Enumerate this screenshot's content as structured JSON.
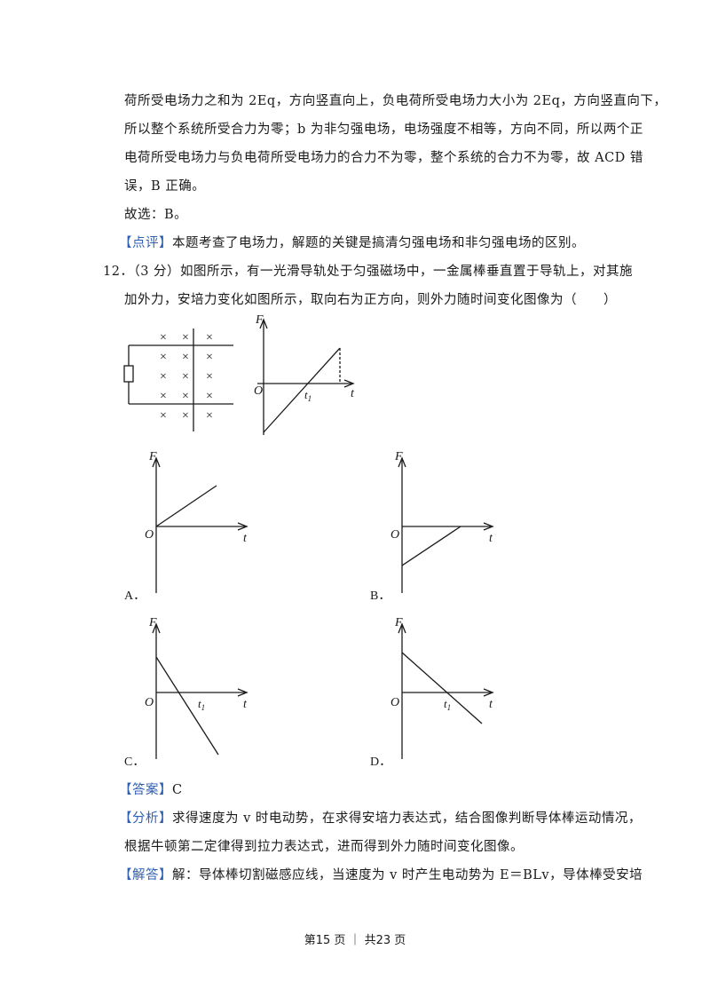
{
  "text": {
    "p1": "荷所受电场力之和为 2Eq，方向竖直向上，负电荷所受电场力大小为 2Eq，方向竖直向下，",
    "p2": "所以整个系统所受合力为零；b 为非匀强电场，电场强度不相等，方向不同，所以两个正",
    "p3": "电荷所受电场力与负电荷所受电场力的合力不为零，整个系统的合力不为零，故 ACD 错",
    "p4": "误，B 正确。",
    "choose": "故选：B。",
    "comment_tag": "【点评】",
    "comment": "本题考查了电场力，解题的关键是搞清匀强电场和非匀强电场的区别。",
    "q_head": "12．（3 分）如图所示，有一光滑导轨处于匀强磁场中，一金属棒垂直置于导轨上，对其施",
    "q_line2": "加外力，安培力变化如图所示，取向右为正方向，则外力随时间变化图像为（　　）",
    "answer_tag": "【答案】",
    "answer": "C",
    "analysis_tag": "【分析】",
    "analysis1": "求得速度为 v 时电动势，在求得安培力表达式，结合图像判断导体棒运动情况，",
    "analysis2": "根据牛顿第二定律得到拉力表达式，进而得到外力随时间变化图像。",
    "solution_tag": "【解答】",
    "solution1": "解：导体棒切割磁感应线，当速度为 v 时产生电动势为 E＝BLv，导体棒受安培"
  },
  "figure": {
    "cross": "×",
    "F": "F",
    "O": "O",
    "t": "t",
    "t1": "t",
    "t1_sub": "1"
  },
  "options": [
    "A．",
    "B．",
    "C．",
    "D．"
  ],
  "footer": "第15 页 ｜ 共23 页"
}
